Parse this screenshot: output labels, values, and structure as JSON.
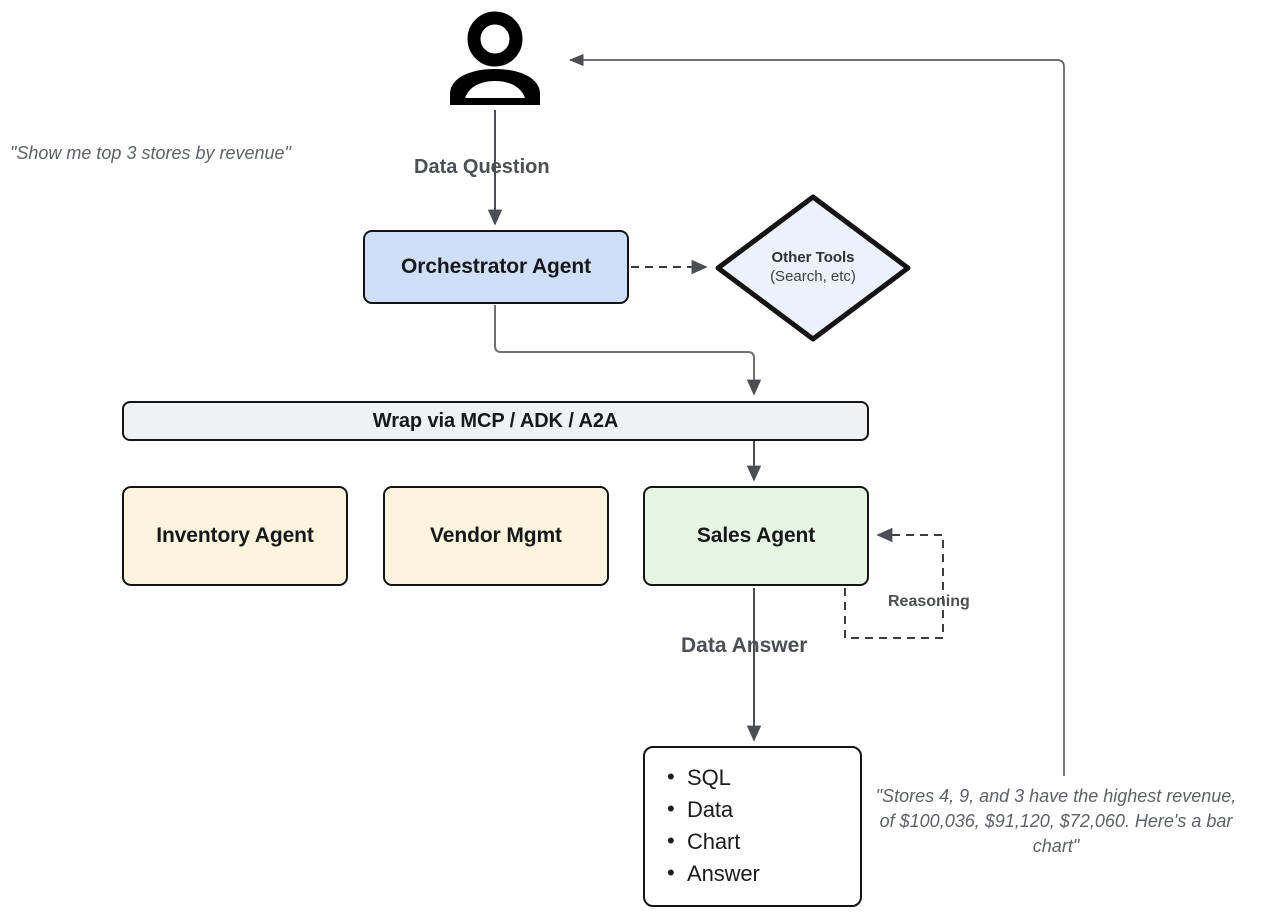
{
  "diagram": {
    "title": "Orchestrator Agent Data Question Flow",
    "nodes": {
      "user": {
        "icon": "person-icon"
      },
      "orchestrator": {
        "label": "Orchestrator Agent",
        "fill": "#cfdff9"
      },
      "other_tools": {
        "label": "Other Tools",
        "sublabel": "(Search, etc)",
        "fill": "#ebf2fc"
      },
      "wrap": {
        "label": "Wrap via MCP / ADK / A2A",
        "fill": "#f0f1f3"
      },
      "inventory": {
        "label": "Inventory Agent",
        "fill": "#fdf4de"
      },
      "vendor": {
        "label": "Vendor Mgmt",
        "fill": "#fdf4de"
      },
      "sales": {
        "label": "Sales Agent",
        "fill": "#e5f7e2"
      },
      "output": {
        "items": [
          "SQL",
          "Data",
          "Chart",
          "Answer"
        ],
        "fill": "#ffffff"
      }
    },
    "edge_labels": {
      "data_question": "Data Question",
      "data_answer": "Data Answer",
      "reasoning": "Reasoning"
    },
    "annotations": {
      "user_quote": "\"Show me top 3 stores by revenue\"",
      "answer_quote": "\"Stores 4, 9, and 3 have the highest revenue, of $100,036, $91,120, $72,060. Here's a bar chart\""
    },
    "colors": {
      "stroke": "#141414",
      "connector": "#4a4d52",
      "text": "#17181a",
      "muted_text": "#5d6168"
    }
  }
}
